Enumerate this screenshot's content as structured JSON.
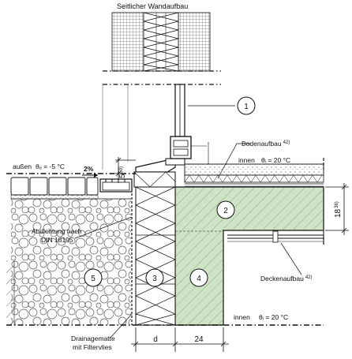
{
  "title": "Seitlicher Wandaufbau",
  "callouts": {
    "c1": "1",
    "c2": "2",
    "c3": "3",
    "c4": "4",
    "c5": "5"
  },
  "labels": {
    "bodenaufbau": "Bodenaufbau",
    "bodenaufbau_sup": "42)",
    "innen_top": "innen",
    "innen_top_temp": "θᵢ =  20 °C",
    "aussen": "außen",
    "aussen_temp": "θₑ =  -5 °C",
    "slope": "2%",
    "abdichtung_line1": "Abdichtung nach",
    "abdichtung_line2": "DIN 18195",
    "deckenaufbau": "Deckenaufbau",
    "deckenaufbau_sup": "42)",
    "innen_bottom": "innen",
    "innen_bottom_temp": "θᵢ =  20 °C",
    "drainage_line1": "Drainagematte",
    "drainage_line2": "mit Filtervlies"
  },
  "dimensions": {
    "d": "d",
    "w24": "24",
    "h18": "18",
    "h18_sup": "36)",
    "h5": "5",
    "h5_sup": "50)"
  },
  "colors": {
    "concrete": "#cfe3c6",
    "line": "#111111"
  }
}
